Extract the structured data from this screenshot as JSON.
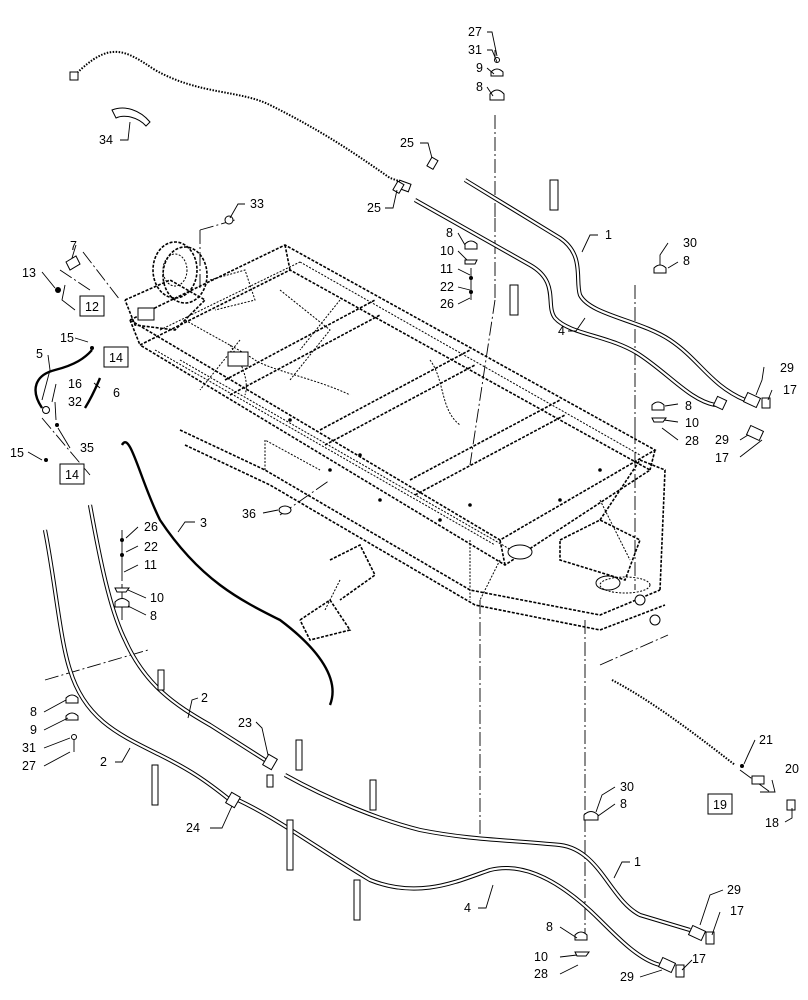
{
  "diagram": {
    "callouts": [
      {
        "id": "c27a",
        "text": "27"
      },
      {
        "id": "c31a",
        "text": "31"
      },
      {
        "id": "c9a",
        "text": "9"
      },
      {
        "id": "c8a",
        "text": "8"
      },
      {
        "id": "c34",
        "text": "34"
      },
      {
        "id": "c25a",
        "text": "25"
      },
      {
        "id": "c25b",
        "text": "25"
      },
      {
        "id": "c33",
        "text": "33"
      },
      {
        "id": "c8b",
        "text": "8"
      },
      {
        "id": "c10a",
        "text": "10"
      },
      {
        "id": "c11a",
        "text": "11"
      },
      {
        "id": "c22a",
        "text": "22"
      },
      {
        "id": "c26a",
        "text": "26"
      },
      {
        "id": "c1a",
        "text": "1"
      },
      {
        "id": "c30a",
        "text": "30"
      },
      {
        "id": "c8c",
        "text": "8"
      },
      {
        "id": "c4a",
        "text": "4"
      },
      {
        "id": "c7",
        "text": "7"
      },
      {
        "id": "c13",
        "text": "13"
      },
      {
        "id": "c15a",
        "text": "15"
      },
      {
        "id": "c5",
        "text": "5"
      },
      {
        "id": "c16",
        "text": "16"
      },
      {
        "id": "c6",
        "text": "6"
      },
      {
        "id": "c32",
        "text": "32"
      },
      {
        "id": "c35",
        "text": "35"
      },
      {
        "id": "c15b",
        "text": "15"
      },
      {
        "id": "c29a",
        "text": "29"
      },
      {
        "id": "c17a",
        "text": "17"
      },
      {
        "id": "c8d",
        "text": "8"
      },
      {
        "id": "c10b",
        "text": "10"
      },
      {
        "id": "c28a",
        "text": "28"
      },
      {
        "id": "c29b",
        "text": "29"
      },
      {
        "id": "c17b",
        "text": "17"
      },
      {
        "id": "c36",
        "text": "36"
      },
      {
        "id": "c3",
        "text": "3"
      },
      {
        "id": "c26b",
        "text": "26"
      },
      {
        "id": "c22b",
        "text": "22"
      },
      {
        "id": "c11b",
        "text": "11"
      },
      {
        "id": "c10c",
        "text": "10"
      },
      {
        "id": "c8e",
        "text": "8"
      },
      {
        "id": "c2a",
        "text": "2"
      },
      {
        "id": "c8f",
        "text": "8"
      },
      {
        "id": "c9b",
        "text": "9"
      },
      {
        "id": "c31b",
        "text": "31"
      },
      {
        "id": "c27b",
        "text": "27"
      },
      {
        "id": "c2b",
        "text": "2"
      },
      {
        "id": "c23",
        "text": "23"
      },
      {
        "id": "c24",
        "text": "24"
      },
      {
        "id": "c21",
        "text": "21"
      },
      {
        "id": "c20",
        "text": "20"
      },
      {
        "id": "c18",
        "text": "18"
      },
      {
        "id": "c30b",
        "text": "30"
      },
      {
        "id": "c8g",
        "text": "8"
      },
      {
        "id": "c1b",
        "text": "1"
      },
      {
        "id": "c4b",
        "text": "4"
      },
      {
        "id": "c29c",
        "text": "29"
      },
      {
        "id": "c17c",
        "text": "17"
      },
      {
        "id": "c8h",
        "text": "8"
      },
      {
        "id": "c10d",
        "text": "10"
      },
      {
        "id": "c28b",
        "text": "28"
      },
      {
        "id": "c29d",
        "text": "29"
      },
      {
        "id": "c17d",
        "text": "17"
      }
    ],
    "boxed_refs": [
      {
        "id": "b12",
        "text": "12"
      },
      {
        "id": "b14a",
        "text": "14"
      },
      {
        "id": "b14b",
        "text": "14"
      },
      {
        "id": "b19",
        "text": "19"
      }
    ]
  }
}
